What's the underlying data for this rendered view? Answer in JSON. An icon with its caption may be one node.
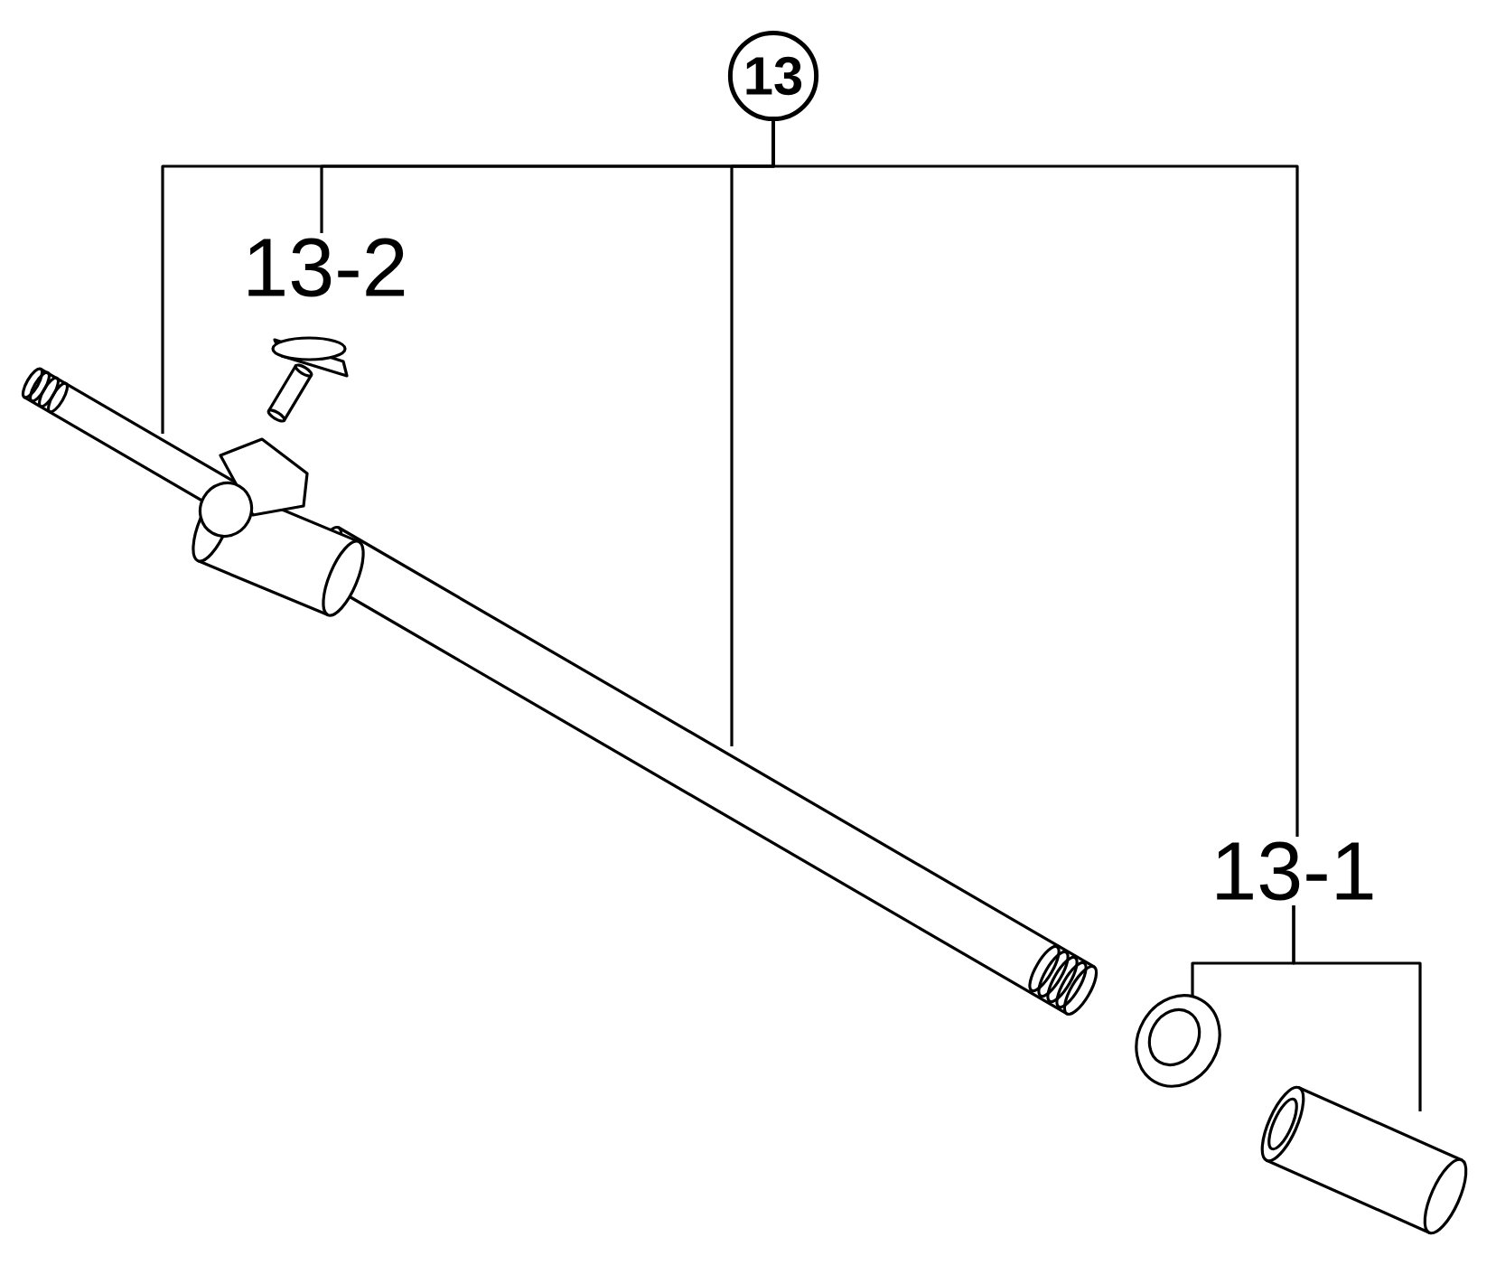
{
  "diagram": {
    "nodes": [
      {
        "text": [
          "13"
        ]
      },
      {
        "text": [],
        "shape": "picture"
      },
      {
        "text": [
          "13-2"
        ]
      },
      {
        "text": [],
        "shape": "picture"
      },
      {
        "text": [
          "13-1"
        ]
      },
      {
        "text": [],
        "shape": "picture"
      },
      {
        "text": [],
        "shape": "picture"
      }
    ],
    "edges": [
      {
        "from": 0,
        "to": 1,
        "arrow": "none"
      },
      {
        "from": 0,
        "to": 2,
        "arrow": "none"
      },
      {
        "from": 0,
        "to": 1,
        "arrow": "none"
      },
      {
        "from": 0,
        "to": 4,
        "arrow": "none"
      },
      {
        "from": 4,
        "to": 5,
        "arrow": "none"
      },
      {
        "from": 4,
        "to": 6,
        "arrow": "none"
      }
    ]
  }
}
